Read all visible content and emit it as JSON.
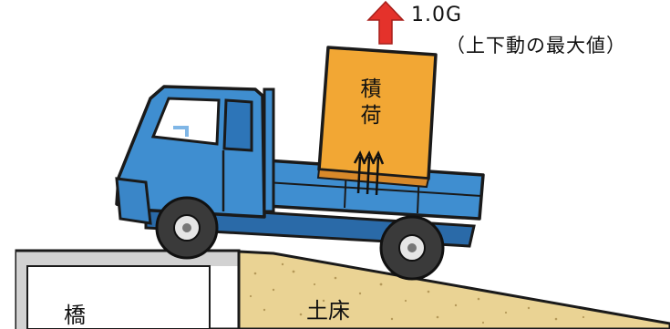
{
  "labels": {
    "acceleration_value": "1.0G",
    "acceleration_note": "（上下動の最大値）",
    "cargo": "積\n荷",
    "bridge": "橋",
    "roadbed": "土床"
  },
  "colors": {
    "truck_body": "#3f8ed0",
    "truck_outline": "#1a1a1a",
    "cargo": "#f2a734",
    "arrow": "#e4322b",
    "bridge": "#cfcfcf",
    "soil": "#e8cf8e"
  },
  "icons": {
    "upward_force": "red-up-arrow",
    "load_transfer": "black-up-arrows"
  }
}
